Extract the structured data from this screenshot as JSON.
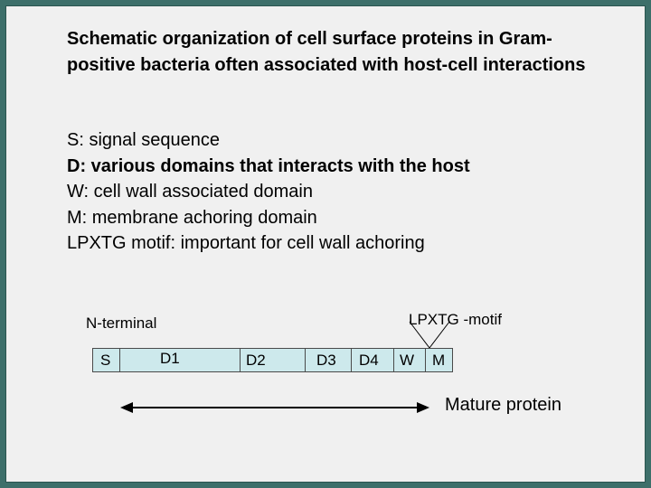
{
  "title": "Schematic organization of cell surface proteins in Gram-positive bacteria often associated with host-cell interactions",
  "legend": [
    {
      "text": "S: signal sequence",
      "bold": false
    },
    {
      "text": "D: various domains that interacts with the host",
      "bold": true
    },
    {
      "text": "W: cell wall associated domain",
      "bold": false
    },
    {
      "text": "M: membrane achoring domain",
      "bold": false
    },
    {
      "text": "LPXTG motif: important for cell wall achoring",
      "bold": false
    }
  ],
  "diagram": {
    "n_terminal_label": "N-terminal",
    "motif_label": "LPXTG -motif",
    "mature_label": "Mature protein",
    "domains": [
      "S",
      "D1",
      "D2",
      "D3",
      "D4",
      "W",
      "M"
    ],
    "colors": {
      "domain_fill": "#cde9ec",
      "frame": "#3d6f6a",
      "slide_background": "#f0f0f0"
    }
  }
}
